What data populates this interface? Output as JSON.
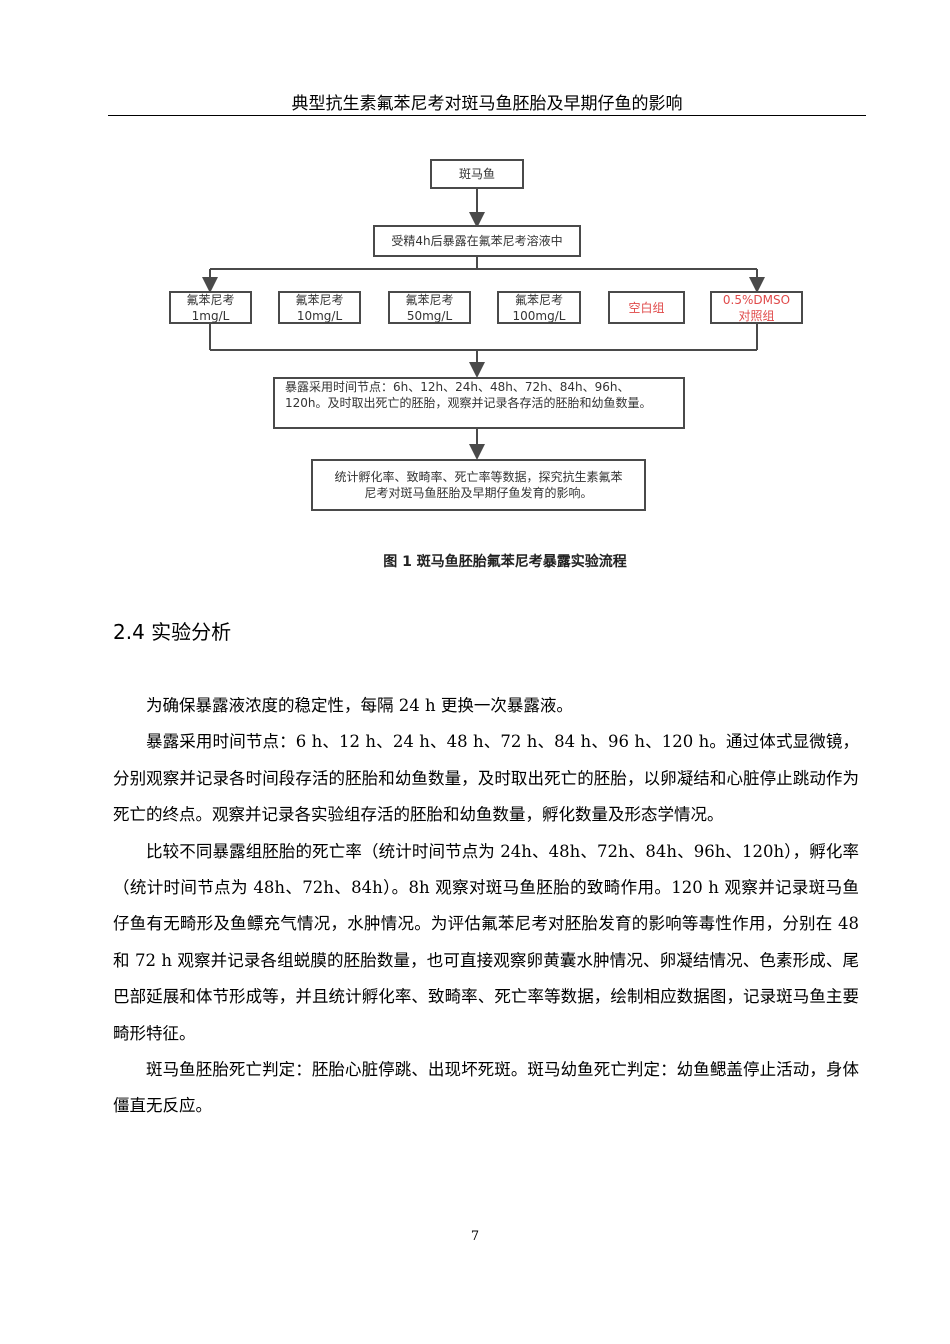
{
  "header": {
    "title": "典型抗生素氟苯尼考对斑马鱼胚胎及早期仔鱼的影响"
  },
  "figure": {
    "boxes": {
      "zebrafish": "斑马鱼",
      "exposure": "受精4h后暴露在氟苯尼考溶液中",
      "group_1": [
        "氟苯尼考",
        "1mg/L"
      ],
      "group_10": [
        "氟苯尼考",
        "10mg/L"
      ],
      "group_50": [
        "氟苯尼考",
        "50mg/L"
      ],
      "group_100": [
        "氟苯尼考",
        "100mg/L"
      ],
      "group_blank": "空白组",
      "group_dmso": [
        "0.5%DMSO",
        "对照组"
      ],
      "timepoints": [
        "暴露采用时间节点：6h、12h、24h、48h、72h、84h、96h、",
        "120h。及时取出死亡的胚胎，观察并记录各存活的胚胎和幼鱼数量。"
      ],
      "statistics": [
        "统计孵化率、致畸率、死亡率等数据，探究抗生素氟苯",
        "尼考对斑马鱼胚胎及早期仔鱼发育的影响。"
      ]
    },
    "caption": "图 1  斑马鱼胚胎氟苯尼考暴露实验流程",
    "colors": {
      "box_border": "#4a4a4a",
      "control_text": "#e04a4a"
    }
  },
  "section": {
    "heading": "2.4 实验分析"
  },
  "paragraphs": [
    "为确保暴露液浓度的稳定性，每隔 24 h 更换一次暴露液。",
    "暴露采用时间节点：6 h、12 h、24 h、48 h、72 h、84 h、96 h、120 h。通过体式显微镜，分别观察并记录各时间段存活的胚胎和幼鱼数量，及时取出死亡的胚胎，以卵凝结和心脏停止跳动作为死亡的终点。观察并记录各实验组存活的胚胎和幼鱼数量，孵化数量及形态学情况。",
    "比较不同暴露组胚胎的死亡率（统计时间节点为 24h、48h、72h、84h、96h、120h），孵化率（统计时间节点为 48h、72h、84h）。8h 观察对斑马鱼胚胎的致畸作用。120 h 观察并记录斑马鱼仔鱼有无畸形及鱼鳔充气情况，水肿情况。为评估氟苯尼考对胚胎发育的影响等毒性作用，分别在 48 和 72 h 观察并记录各组蜕膜的胚胎数量，也可直接观察卵黄囊水肿情况、卵凝结情况、色素形成、尾巴部延展和体节形成等，并且统计孵化率、致畸率、死亡率等数据，绘制相应数据图，记录斑马鱼主要畸形特征。",
    "斑马鱼胚胎死亡判定：胚胎心脏停跳、出现坏死斑。斑马幼鱼死亡判定：幼鱼鳃盖停止活动，身体僵直无反应。"
  ],
  "footer": {
    "page_number": "7"
  }
}
